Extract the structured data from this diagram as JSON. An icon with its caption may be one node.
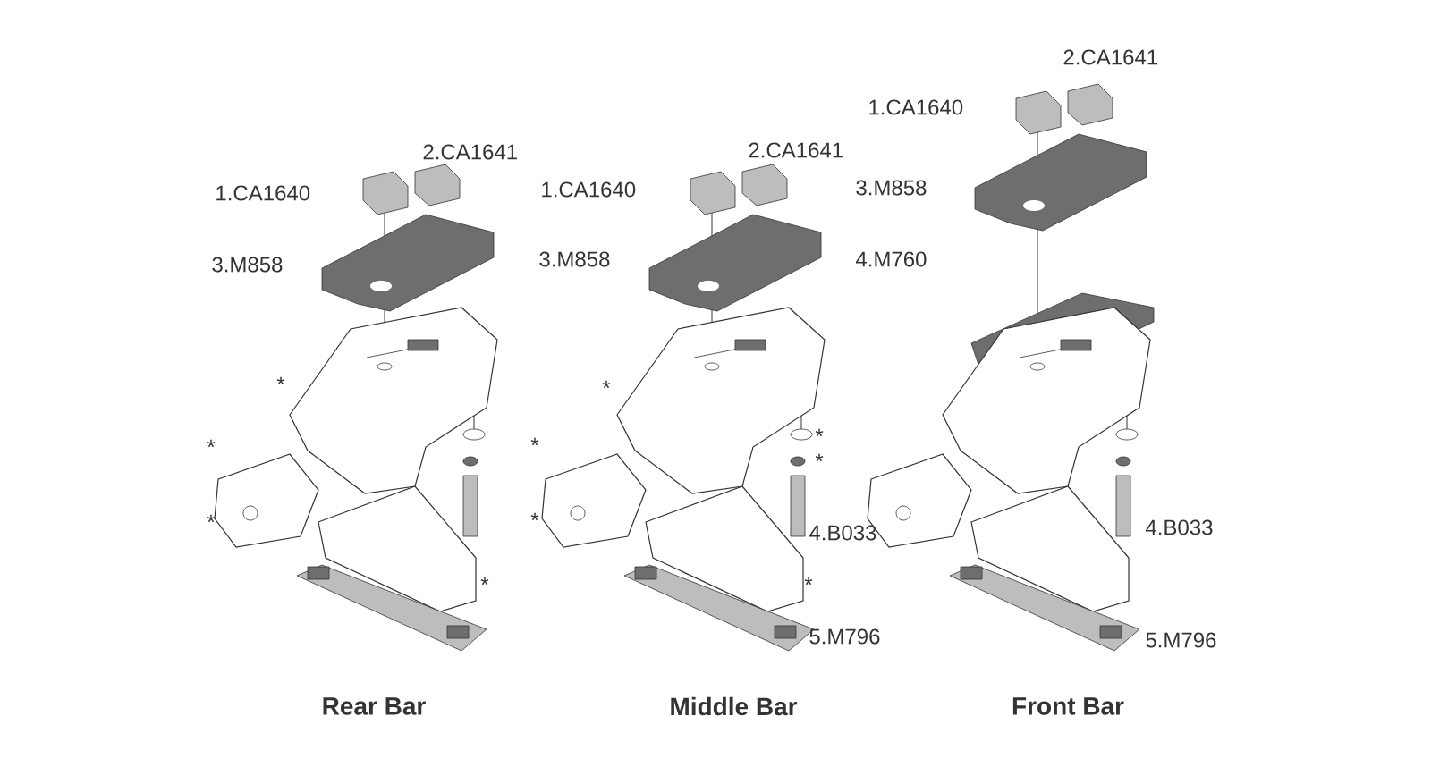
{
  "diagram": {
    "labels": [
      "1.CA1640",
      "2.CA1641",
      "3.M858",
      "*",
      "*",
      "*",
      "*",
      "Rear Bar",
      "2.CA1641",
      "1.CA1640",
      "3.M858",
      "*",
      "*",
      "*",
      "*",
      "*",
      "*",
      "4.B033",
      "5.M796",
      "Middle Bar",
      "2.CA1641",
      "1.CA1640",
      "3.M858",
      "4.M760",
      "4.B033",
      "5.M796",
      "Front Bar"
    ]
  }
}
